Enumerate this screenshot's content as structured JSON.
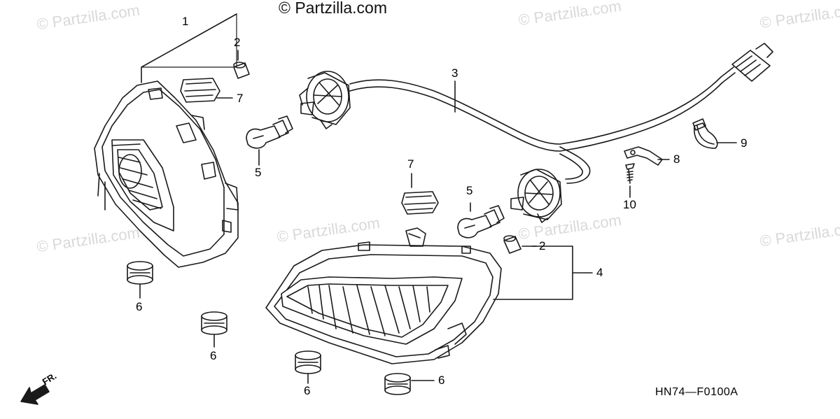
{
  "watermark": {
    "main": "© Partzilla.com",
    "faint": "© Partzilla.com"
  },
  "diagram_code": "HN74—F0100A",
  "front_label": "FR.",
  "callouts": {
    "c1": "1",
    "c2a": "2",
    "c2b": "2",
    "c3": "3",
    "c4": "4",
    "c5a": "5",
    "c5b": "5",
    "c6a": "6",
    "c6b": "6",
    "c6c": "6",
    "c6d": "6",
    "c7a": "7",
    "c7b": "7",
    "c8": "8",
    "c9": "9",
    "c10": "10"
  },
  "colors": {
    "line": "#1a1a1a",
    "watermark": "#d9d9d9"
  }
}
